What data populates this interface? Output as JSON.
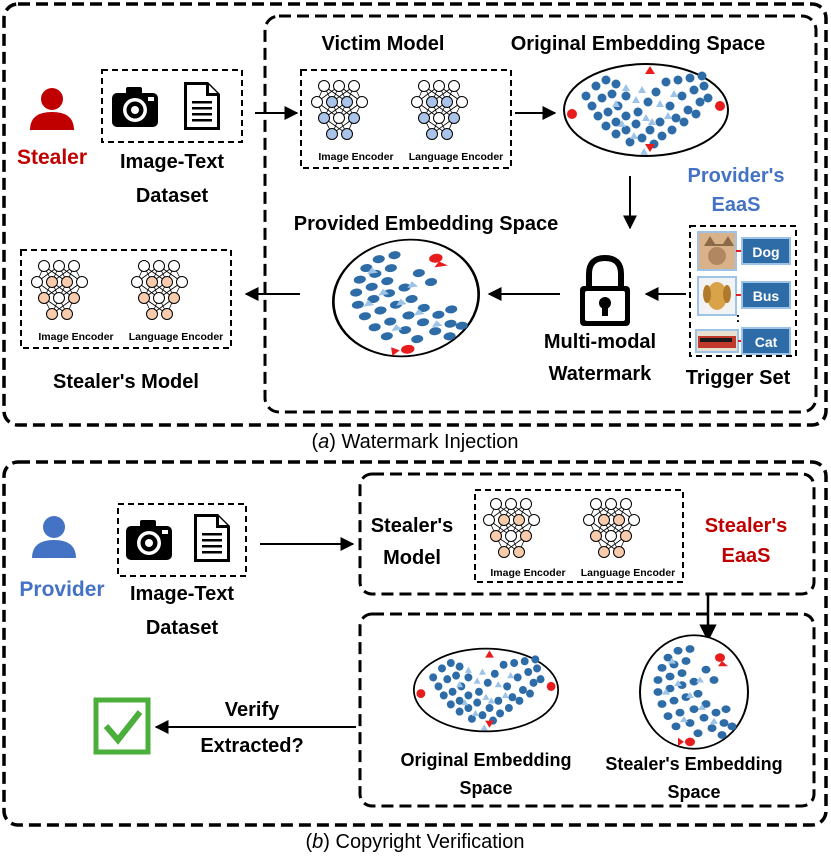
{
  "panel_a": {
    "caption_letter": "a",
    "caption_text": "Watermark Injection",
    "stealer_label": "Stealer",
    "dataset_label_1": "Image-Text",
    "dataset_label_2": "Dataset",
    "victim_model_title": "Victim Model",
    "image_encoder": "Image Encoder",
    "language_encoder": "Language Encoder",
    "original_space_title": "Original Embedding Space",
    "provider_eaas_1": "Provider's",
    "provider_eaas_2": "EaaS",
    "provided_space_title": "Provided Embedding Space",
    "trigger_labels": [
      "Dog",
      "Bus",
      "Cat"
    ],
    "trigger_ellipsis": ":",
    "trigger_set_label": "Trigger Set",
    "watermark_label_1": "Multi-modal",
    "watermark_label_2": "Watermark",
    "stealers_model_label": "Stealer's Model"
  },
  "panel_b": {
    "caption_letter": "b",
    "caption_text": "Copyright Verification",
    "provider_label": "Provider",
    "dataset_label_1": "Image-Text",
    "dataset_label_2": "Dataset",
    "stealers_model_1": "Stealer's",
    "stealers_model_2": "Model",
    "image_encoder": "Image Encoder",
    "language_encoder": "Language Encoder",
    "stealers_eaas_1": "Stealer's",
    "stealers_eaas_2": "EaaS",
    "verify_1": "Verify",
    "verify_2": "Extracted?",
    "original_space_1": "Original Embedding",
    "original_space_2": "Space",
    "stealer_space_1": "Stealer's Embedding",
    "stealer_space_2": "Space"
  },
  "colors": {
    "stealer_red": "#c00000",
    "provider_blue": "#4472c4",
    "point_blue": "#2e6ca8",
    "triangle_light_blue": "#9dc3e6",
    "watermark_red": "#e81c1c",
    "victim_node_blue": "#a9c4e8",
    "stealer_node_peach": "#f8cbad",
    "check_green": "#4caf3c"
  }
}
